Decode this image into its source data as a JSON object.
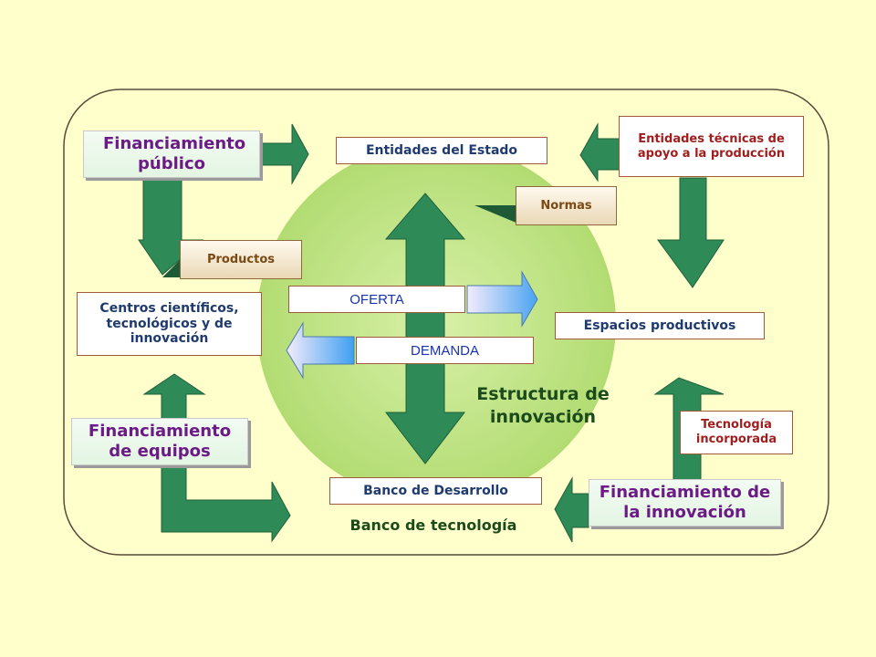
{
  "labels": {
    "financiamiento_publico": "Financiamiento público",
    "entidades_estado": "Entidades del Estado",
    "entidades_tecnicas": "Entidades técnicas de apoyo a la producción",
    "normas": "Normas",
    "productos": "Productos",
    "centros": "Centros científicos, tecnológicos y de innovación",
    "oferta": "OFERTA",
    "demanda": "DEMANDA",
    "espacios": "Espacios productivos",
    "estructura": "Estructura de innovación",
    "tecnologia": "Tecnología incorporada",
    "financiamiento_equipos": "Financiamiento de equipos",
    "banco_desarrollo": "Banco de Desarrollo",
    "financiamiento_innovacion": "Financiamiento de la innovación",
    "banco_tecnologia": "Banco de tecnología"
  },
  "colors": {
    "background": "#ffffcc",
    "arrow_green": "#2e8b57",
    "circle_green": "#b5e07a",
    "frame_border": "#5a4a3a"
  }
}
